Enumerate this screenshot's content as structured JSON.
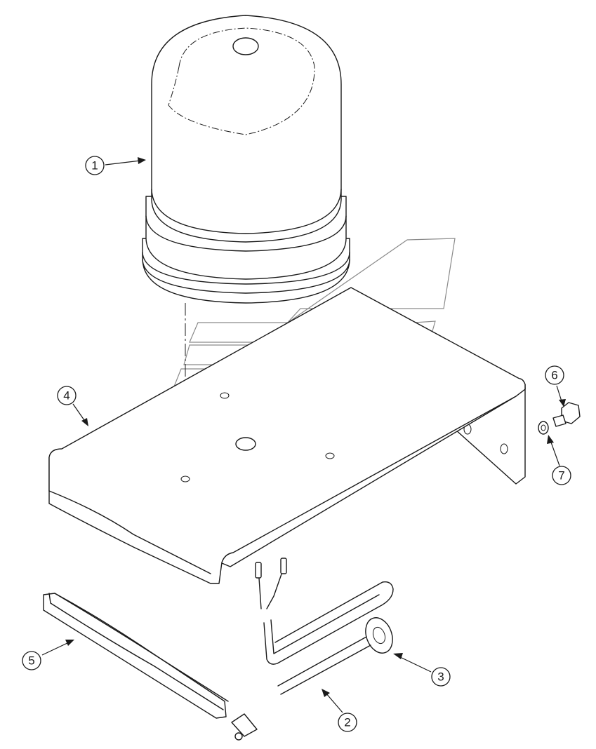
{
  "diagram": {
    "type": "exploded-parts-view",
    "callouts": [
      {
        "id": "callout-1",
        "label": "1",
        "part": "beacon-lamp"
      },
      {
        "id": "callout-2",
        "label": "2",
        "part": "wire-harness-cable"
      },
      {
        "id": "callout-3",
        "label": "3",
        "part": "grommet"
      },
      {
        "id": "callout-4",
        "label": "4",
        "part": "mounting-bracket"
      },
      {
        "id": "callout-5",
        "label": "5",
        "part": "edge-trim"
      },
      {
        "id": "callout-6",
        "label": "6",
        "part": "bolt"
      },
      {
        "id": "callout-7",
        "label": "7",
        "part": "washer"
      }
    ]
  },
  "colors": {
    "line": "#1a1a1a",
    "watermark": "#8a8a8a",
    "background": "#ffffff"
  }
}
